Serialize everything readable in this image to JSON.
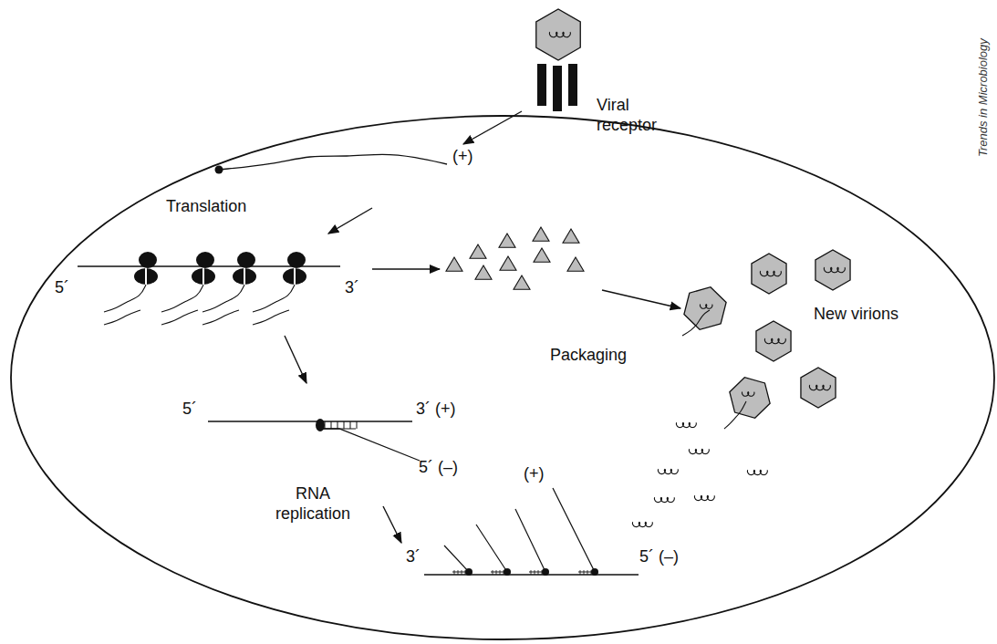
{
  "diagram": {
    "labels": [
      "Viral receptor",
      "(+)",
      "Translation",
      "5´",
      "3´",
      "Packaging",
      "New virions",
      "5´",
      "3´ (+)",
      "5´ (–)",
      "RNA replication",
      "(+)",
      "3´",
      "5´ (–)",
      "Trends in Microbiology"
    ]
  }
}
